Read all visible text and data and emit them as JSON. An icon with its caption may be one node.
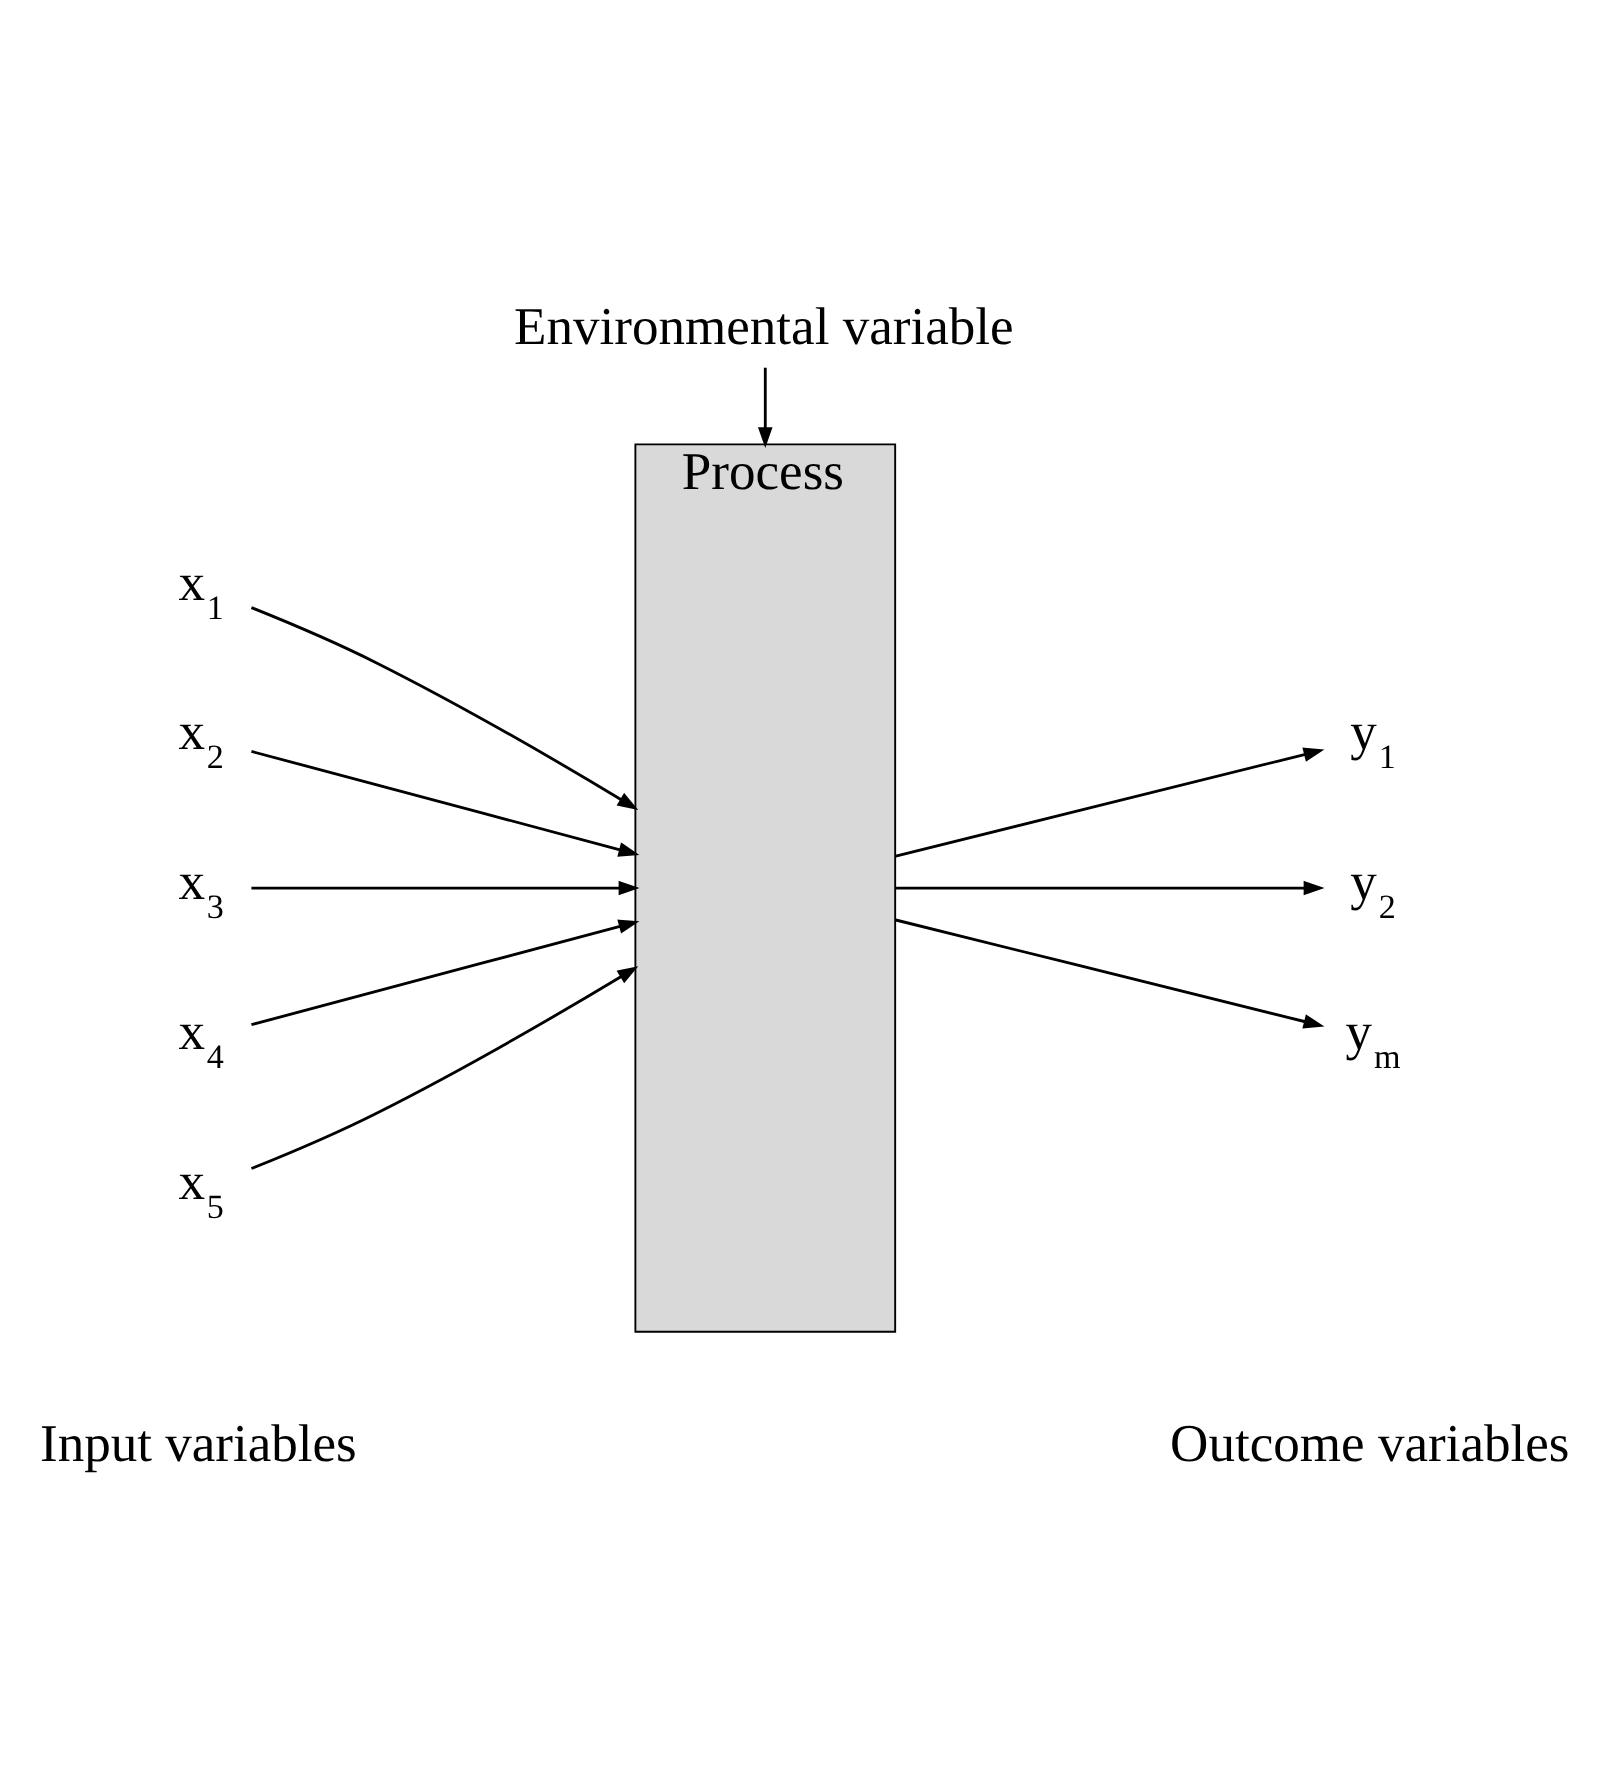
{
  "diagram": {
    "nodes": [
      {
        "text": [
          "x$_{1}$"
        ]
      },
      {
        "text": [
          "x$_{2}$"
        ]
      },
      {
        "text": [
          "x$_{3}$"
        ]
      },
      {
        "text": [
          "x$_{4}$"
        ]
      },
      {
        "text": [
          "x$_{5}$"
        ]
      },
      {
        "text": [
          "Process"
        ]
      },
      {
        "text": [
          "y$_{1}$"
        ]
      },
      {
        "text": [
          "y$_{2}$"
        ]
      },
      {
        "text": [
          "y$_{m}$"
        ]
      },
      {
        "text": [
          "Environmental variable"
        ]
      }
    ],
    "edges": [
      {
        "from": 0,
        "to": 5,
        "arrow": "to"
      },
      {
        "from": 1,
        "to": 5,
        "arrow": "to"
      },
      {
        "from": 2,
        "to": 5,
        "arrow": "to"
      },
      {
        "from": 3,
        "to": 5,
        "arrow": "to"
      },
      {
        "from": 4,
        "to": 5,
        "arrow": "to"
      },
      {
        "from": 5,
        "to": 6,
        "arrow": "to"
      },
      {
        "from": 5,
        "to": 7,
        "arrow": "to"
      },
      {
        "from": 5,
        "to": 8,
        "arrow": "to"
      },
      {
        "from": 9,
        "to": 5,
        "arrow": "to"
      }
    ],
    "labels": [
      "Input variables",
      "Outcome variables"
    ]
  }
}
